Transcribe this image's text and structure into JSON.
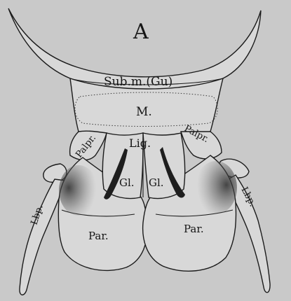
{
  "figure": {
    "panel_letter": "A",
    "labels": {
      "submentum": "Sub.m.(Gu)",
      "mentum": "M.",
      "ligula": "Lig.",
      "palpiger_left": "Palpr.",
      "palpiger_right": "Palpr.",
      "glossa_left": "Gl.",
      "glossa_right": "Gl.",
      "labial_palp_left": "Lbp.",
      "labial_palp_right": "Lbp.",
      "paraglossa_left": "Par.",
      "paraglossa_right": "Par."
    },
    "colors": {
      "background": "#c9c9c9",
      "fill": "#d8d8d8",
      "ink": "#1b1b1b"
    }
  }
}
